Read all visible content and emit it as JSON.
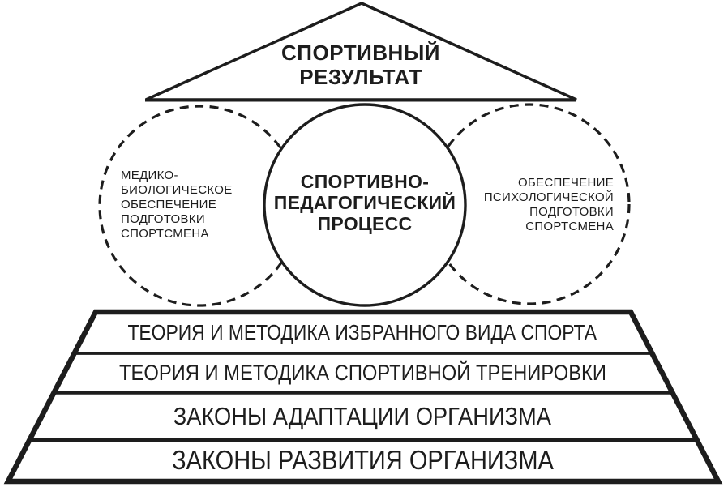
{
  "diagram": {
    "title_hint": "Structure of sports training system (Russian)",
    "colors": {
      "ink": "#1d1d1d",
      "background": "#ffffff"
    },
    "roof": {
      "shape": "triangle",
      "label": "СПОРТИВНЫЙ\nРЕЗУЛЬТАТ"
    },
    "circles": {
      "left": {
        "style": "dashed",
        "label": "МЕДИКО-\nБИОЛОГИЧЕСКОЕ\nОБЕСПЕЧЕНИЕ\nПОДГОТОВКИ\nСПОРТСМЕНА"
      },
      "center": {
        "style": "solid",
        "label": "СПОРТИВНО-\nПЕДАГОГИЧЕСКИЙ\nПРОЦЕСС"
      },
      "right": {
        "style": "dashed",
        "label": "ОБЕСПЕЧЕНИЕ\nПСИХОЛОГИЧЕСКОЙ\nПОДГОТОВКИ\nСПОРТСМЕНА"
      }
    },
    "base_layers": [
      {
        "label": "ТЕОРИЯ И МЕТОДИКА ИЗБРАННОГО ВИДА СПОРТА"
      },
      {
        "label": "ТЕОРИЯ И МЕТОДИКА СПОРТИВНОЙ ТРЕНИРОВКИ"
      },
      {
        "label": "ЗАКОНЫ АДАПТАЦИИ ОРГАНИЗМА"
      },
      {
        "label": "ЗАКОНЫ РАЗВИТИЯ ОРГАНИЗМА"
      }
    ]
  }
}
